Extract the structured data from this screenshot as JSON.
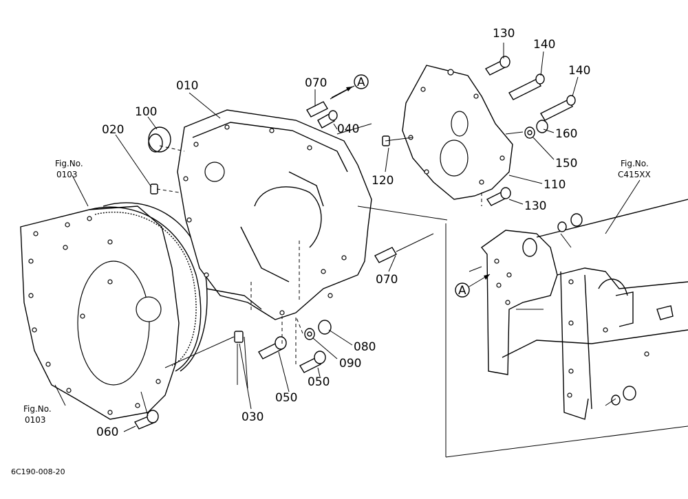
{
  "drawing_code": "6C190-008-20",
  "part_labels": [
    "130",
    "140",
    "140",
    "160",
    "150",
    "110",
    "130",
    "120",
    "070",
    "040",
    "010",
    "100",
    "020",
    "070",
    "080",
    "090",
    "050",
    "050",
    "030",
    "060"
  ],
  "fig_refs": [
    {
      "line1": "Fig.No.",
      "line2": "0103"
    },
    {
      "line1": "Fig.No.",
      "line2": "0103"
    },
    {
      "line1": "Fig.No.",
      "line2": "C415XX"
    }
  ],
  "callouts": [
    "A",
    "A"
  ],
  "colors": {
    "line": "#000000",
    "background": "#ffffff"
  }
}
